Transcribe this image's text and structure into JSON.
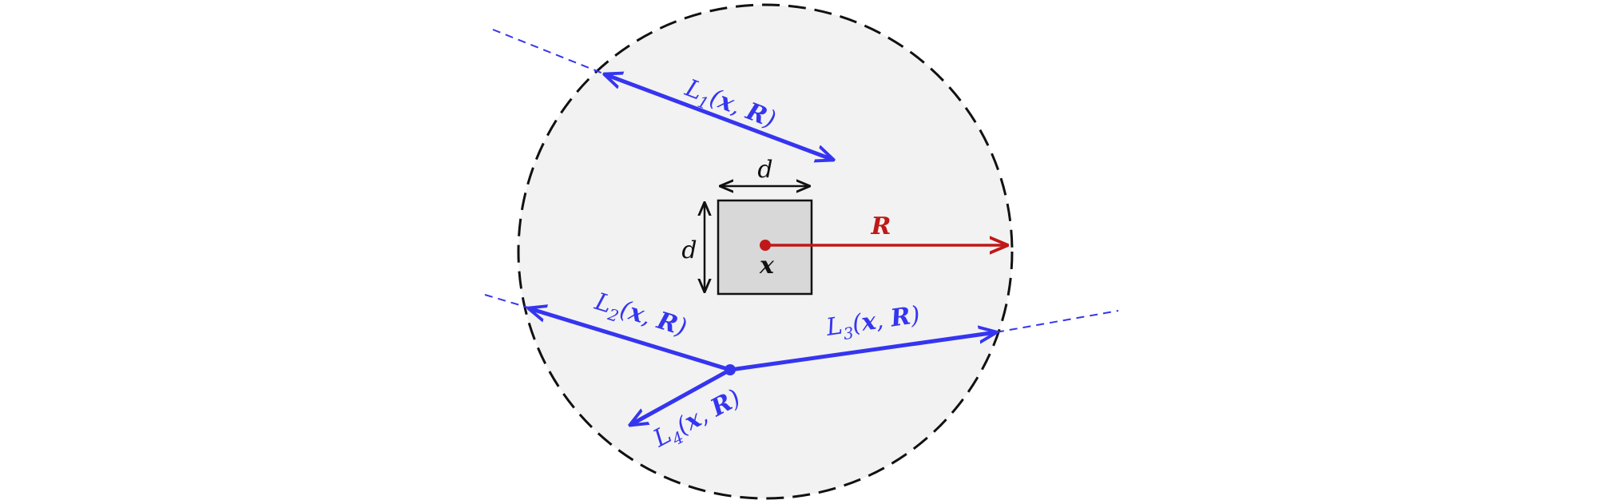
{
  "colors": {
    "ray": "#3535f0",
    "radius": "#c01818",
    "circle_fill": "#f2f2f2",
    "square_fill": "#d8d8d8",
    "outline": "#111111"
  },
  "labels": {
    "side_top": "d",
    "side_left": "d",
    "radius": "R",
    "center": "x",
    "l1": {
      "base": "L",
      "sub": "1",
      "x": "x",
      "comma": ", ",
      "r": "R"
    },
    "l2": {
      "base": "L",
      "sub": "2",
      "x": "x",
      "comma": ", ",
      "r": "R"
    },
    "l3": {
      "base": "L",
      "sub": "3",
      "x": "x",
      "comma": ", ",
      "r": "R"
    },
    "l4": {
      "base": "L",
      "sub": "4",
      "x": "x",
      "comma": ", ",
      "r": "R"
    }
  }
}
